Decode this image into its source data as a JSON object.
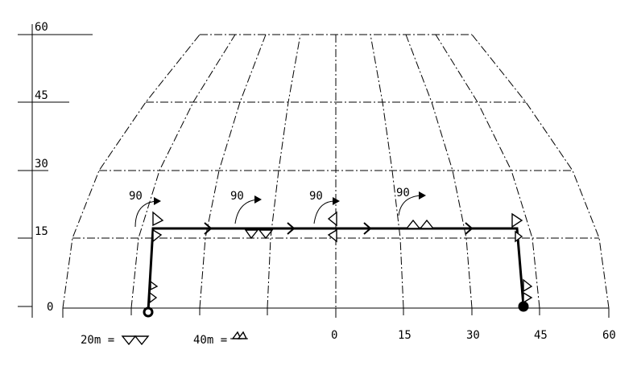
{
  "y_axis": {
    "ticks": [
      "60",
      "45",
      "30",
      "15",
      "0"
    ]
  },
  "x_axis": {
    "ticks": [
      "0",
      "15",
      "30",
      "45",
      "60"
    ]
  },
  "turn_annotations": [
    "90",
    "90",
    "90",
    "90"
  ],
  "legend": [
    {
      "label": "20m =",
      "icon": "double-barb-icon"
    },
    {
      "label": "40m =",
      "icon": "pennant-icon"
    }
  ]
}
